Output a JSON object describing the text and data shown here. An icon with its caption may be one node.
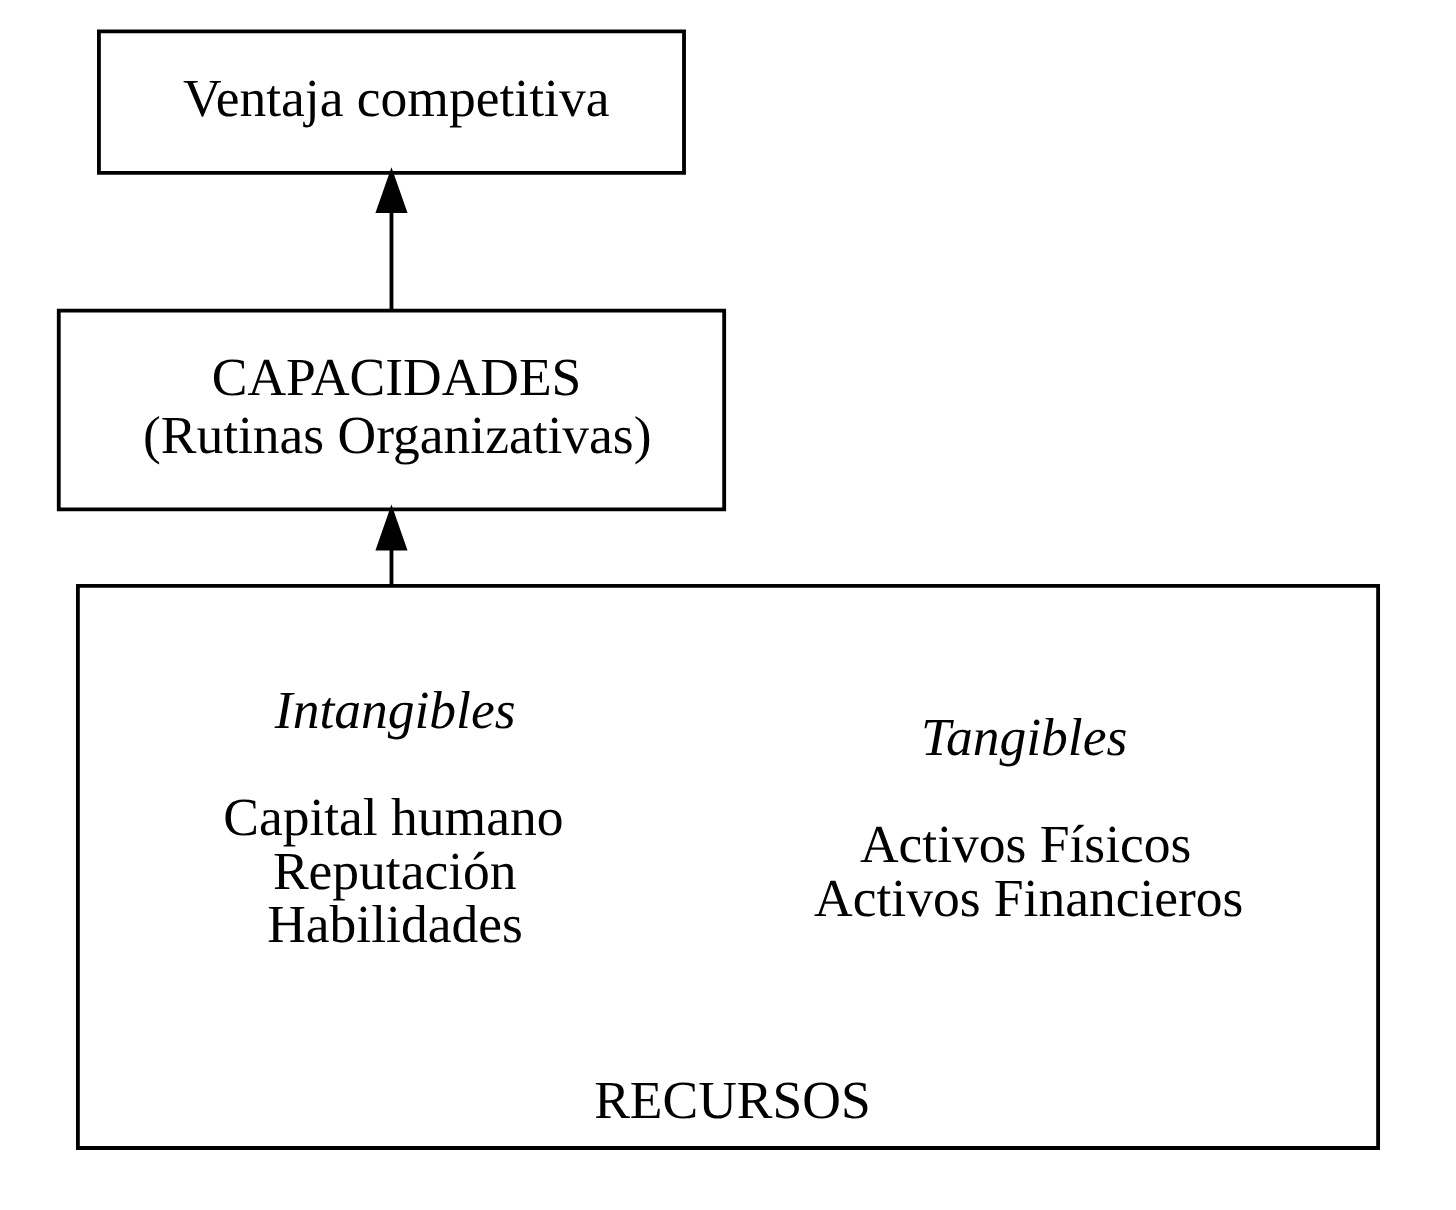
{
  "diagram": {
    "nodes": [
      {
        "text": [
          "Ventaja competitiva"
        ]
      },
      {
        "text": [
          "CAPACIDADES",
          "(Rutinas Organizativas)"
        ]
      },
      {
        "text": [
          "RECURSOS"
        ]
      },
      {
        "text": [
          "Tangibles",
          "Activos Físicos",
          "Activos Financieros"
        ],
        "in": 2
      },
      {
        "text": [
          "Intangibles",
          "Capital humano",
          "Reputación",
          "Habilidades"
        ],
        "in": 2
      }
    ],
    "edges": [
      {
        "from": 2,
        "to": 1,
        "arrow": "to"
      },
      {
        "from": 1,
        "to": 0,
        "arrow": "to"
      }
    ]
  }
}
